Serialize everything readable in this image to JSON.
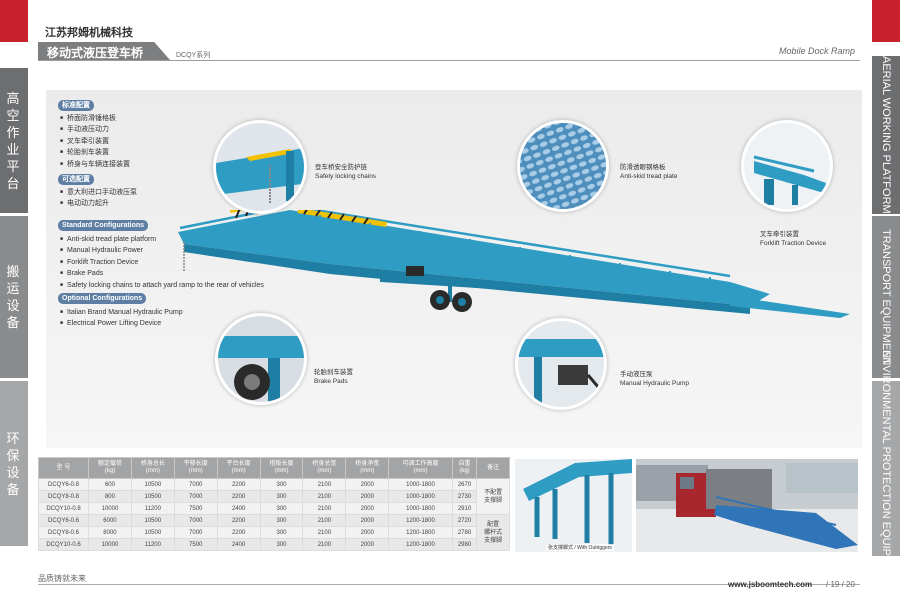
{
  "header": {
    "company": "江苏邦姆机械科技",
    "title": "移动式液压登车桥",
    "series": "DCQY系列",
    "eng_title": "Mobile Dock Ramp"
  },
  "left_tabs": [
    {
      "label": "高\n空\n作\n业\n平\n台"
    },
    {
      "label": "搬\n运\n设\n备"
    },
    {
      "label": "环\n保\n设\n备"
    }
  ],
  "right_tabs": [
    {
      "label": "AERIAL WORKING PLATFORM"
    },
    {
      "label": "TRANSPORT EQUIPMENT"
    },
    {
      "label": "ENVIRONMENTAL PROTECTION EQUIPMENT"
    }
  ],
  "configs": {
    "standard_cn_title": "标准配置",
    "standard_cn": [
      "桥面防滑锤格板",
      "手动液压动力",
      "叉车牵引装置",
      "轮胎刹车装置",
      "桥身与车辆连接装置"
    ],
    "optional_cn_title": "可选配置",
    "optional_cn": [
      "意大利进口手动液压泵",
      "电动动力起升"
    ],
    "standard_en_title": "Standard Configurations",
    "standard_en": [
      "Anti-skid tread plate platform",
      "Manual Hydraulic Power",
      "Forklift Traction Device",
      "Brake Pads",
      "Safety locking chains to attach yard ramp to the rear of vehicles"
    ],
    "optional_en_title": "Optional Configurations",
    "optional_en": [
      "Italian Brand Manual Hydraulic Pump",
      "Electrical Power Lifting Device"
    ]
  },
  "features": {
    "chains": {
      "cn": "登车桥安全防护链",
      "en": "Safety locking chains"
    },
    "plate": {
      "cn": "防滑透眼钢格板",
      "en": "Anti-skid tread plate"
    },
    "forklift": {
      "cn": "叉车牵引装置",
      "en": "Forklift Traction Device"
    },
    "brake": {
      "cn": "轮胎刹车装置",
      "en": "Brake Pads"
    },
    "pump": {
      "cn": "手动液压泵",
      "en": "Manual Hydraulic Pump"
    }
  },
  "table": {
    "headers": [
      "型 号",
      "额定载荷\n(kg)",
      "桥身总长\n(mm)",
      "平移长度\n(mm)",
      "平台长度\n(mm)",
      "搭板长度\n(mm)",
      "桥身总宽\n(mm)",
      "桥身净宽\n(mm)",
      "可调工作高度\n(mm)",
      "自重\n(kg)",
      "备注"
    ],
    "rows": [
      [
        "DCQY6-0.8",
        "600",
        "10500",
        "7000",
        "2200",
        "300",
        "2100",
        "2000",
        "1000-1800",
        "2670"
      ],
      [
        "DCQY8-0.8",
        "800",
        "10500",
        "7000",
        "2200",
        "300",
        "2100",
        "2000",
        "1000-1800",
        "2730"
      ],
      [
        "DCQY10-0.8",
        "10000",
        "11200",
        "7500",
        "2400",
        "300",
        "2100",
        "2000",
        "1000-1800",
        "2910"
      ],
      [
        "DCQY6-0.6",
        "6000",
        "10500",
        "7000",
        "2200",
        "300",
        "2100",
        "2000",
        "1200-1800",
        "2720"
      ],
      [
        "DCQY8-0.6",
        "8000",
        "10500",
        "7000",
        "2200",
        "300",
        "2100",
        "2000",
        "1200-1800",
        "2780"
      ],
      [
        "DCQY10-0.6",
        "10000",
        "11200",
        "7500",
        "2400",
        "300",
        "2100",
        "2000",
        "1200-1800",
        "2980"
      ]
    ],
    "note1": "不配置\n支撑脚",
    "note2": "配置\n螺杆式\n支撑脚"
  },
  "photo_caption": "张支撑脚式 / With Outriggers",
  "footer": {
    "slogan": "品质铸就未来",
    "url": "www.jsboomtech.com",
    "page": "/ 19 / 20"
  },
  "colors": {
    "ramp": "#2f9cc4",
    "ramp_dark": "#1f7ea3",
    "accent_red": "#c8232c",
    "tab_dark": "#6d6e70"
  }
}
